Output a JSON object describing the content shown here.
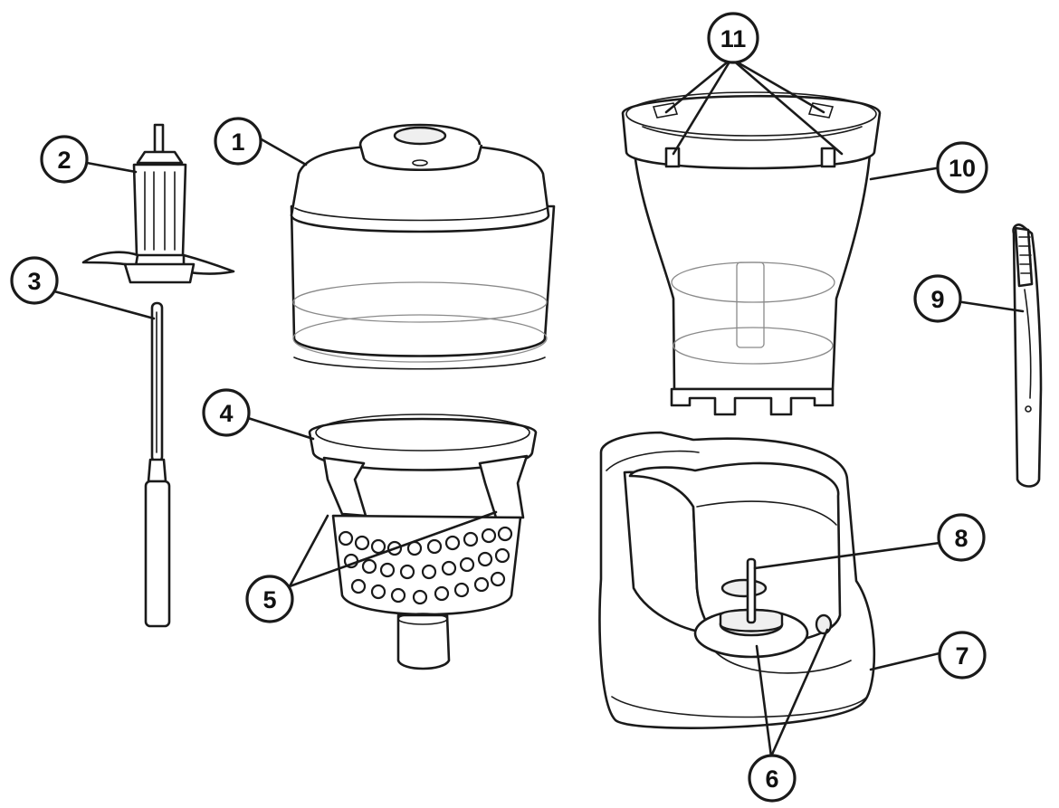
{
  "callouts": {
    "c1": "1",
    "c2": "2",
    "c3": "3",
    "c4": "4",
    "c5": "5",
    "c6": "6",
    "c7": "7",
    "c8": "8",
    "c9": "9",
    "c10": "10",
    "c11": "11"
  },
  "icons": {
    "part1": "lid-and-bowl-icon",
    "part2": "chopping-blade-icon",
    "part3": "drive-shaft-icon",
    "part4": "strainer-basket-icon",
    "part10": "pulp-container-icon",
    "part7": "motor-base-icon",
    "part9": "cleaning-brush-icon"
  },
  "colors": {
    "line": "#1a1a1a",
    "background": "#ffffff"
  }
}
